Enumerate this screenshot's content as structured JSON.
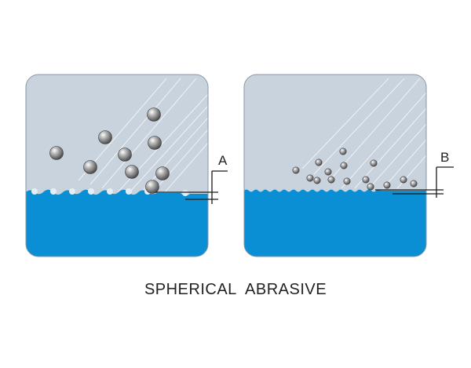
{
  "caption": "SPHERICAL ABRASIVE",
  "panels": [
    {
      "id": "left",
      "label": "A",
      "sphere_size": "large",
      "sphere_count": 9
    },
    {
      "id": "right",
      "label": "B",
      "sphere_size": "small",
      "sphere_count": 15
    }
  ],
  "colors": {
    "background_fill": "#c9d3de",
    "liquid_fill": "#0b8fd4",
    "sphere_shade": "#7a7a7a",
    "outline": "#1a1a1a"
  }
}
